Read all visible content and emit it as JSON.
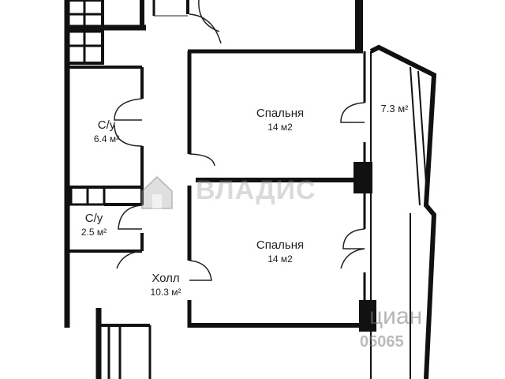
{
  "rooms": {
    "bath1": {
      "name": "С/у",
      "area": "6.4 м²"
    },
    "bath2": {
      "name": "С/у",
      "area": "2.5 м²"
    },
    "bedroom1": {
      "name": "Спальня",
      "area": "14 м2"
    },
    "bedroom2": {
      "name": "Спальня",
      "area": "14 м2"
    },
    "hall": {
      "name": "Холл",
      "area": "10.3 м²"
    },
    "balcony": {
      "area": "7.3 м²"
    }
  },
  "watermark": {
    "text": "ВЛАДИС"
  },
  "site_watermark": {
    "text": "циан",
    "number": "05065"
  },
  "colors": {
    "wall": "#111111",
    "line": "#222222",
    "watermark": "#999999"
  }
}
